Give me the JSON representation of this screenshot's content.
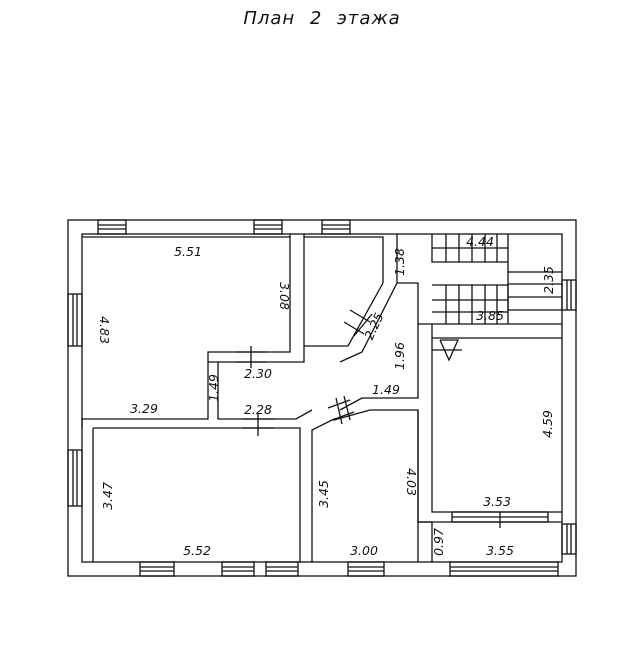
{
  "title": "План 2 этажа",
  "dimensions": {
    "d551": "5.51",
    "d483": "4.83",
    "d308": "3.08",
    "d230": "2.30",
    "d329": "3.29",
    "d149a": "1.49",
    "d228": "2.28",
    "d225": "2.25",
    "d138": "1.38",
    "d196": "1.96",
    "d149b": "1.49",
    "d444": "4.44",
    "d235": "2.35",
    "d385": "3.85",
    "d459": "4.59",
    "d347": "3.47",
    "d552": "5.52",
    "d345": "3.45",
    "d403": "4.03",
    "d300": "3.00",
    "d353": "3.53",
    "d097": "0.97",
    "d355": "3.55"
  }
}
